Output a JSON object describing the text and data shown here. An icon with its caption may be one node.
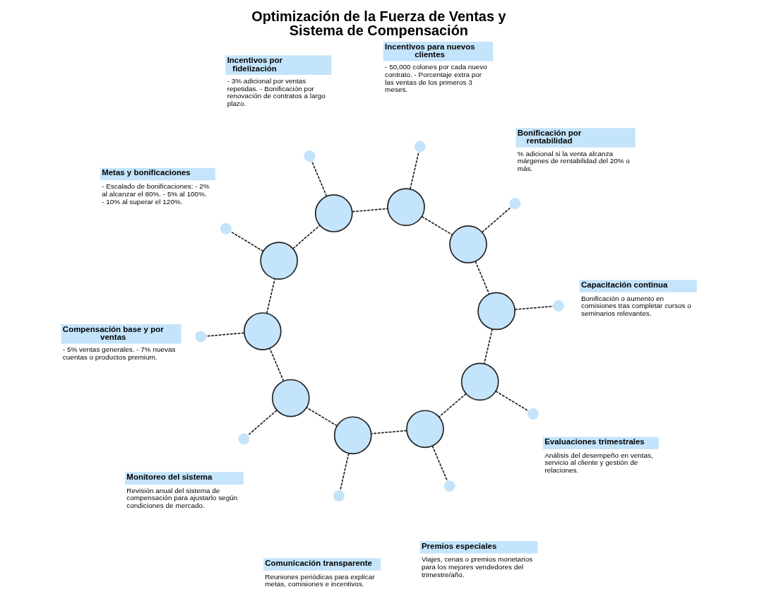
{
  "diagram": {
    "title": "Optimización de la Fuerza de Ventas y Sistema de Compensación",
    "nodes": [
      {
        "text": [],
        "shape": "circle"
      },
      {
        "text": [],
        "shape": "circle"
      },
      {
        "text": [],
        "shape": "circle"
      },
      {
        "text": [],
        "shape": "circle"
      },
      {
        "text": [],
        "shape": "circle"
      },
      {
        "text": [],
        "shape": "circle"
      },
      {
        "text": [],
        "shape": "circle"
      },
      {
        "text": [],
        "shape": "circle"
      },
      {
        "text": [],
        "shape": "circle"
      },
      {
        "text": [],
        "shape": "circle"
      },
      {
        "text": [],
        "shape": "circle"
      },
      {
        "text": [],
        "shape": "circle"
      },
      {
        "text": [],
        "shape": "circle"
      },
      {
        "text": [],
        "shape": "circle"
      },
      {
        "text": [],
        "shape": "circle"
      },
      {
        "text": [],
        "shape": "circle"
      },
      {
        "text": [],
        "shape": "circle"
      },
      {
        "text": [],
        "shape": "circle"
      },
      {
        "text": [],
        "shape": "circle"
      },
      {
        "text": [],
        "shape": "circle"
      },
      {
        "text": [
          "Compensación base y por ventas",
          "- 5% ventas generales. - 7% nuevas cuentas o productos premium."
        ]
      },
      {
        "text": [
          "Metas y bonificaciones",
          "- Escalado de bonificaciones: - 2% al alcanzar el 80%. - 5% al 100%. - 10% al superar el 120%."
        ]
      },
      {
        "text": [
          "Incentivos por fidelización",
          "- 3% adicional por ventas repetidas. - Bonificación por renovación de contratos a largo plazo."
        ]
      },
      {
        "text": [
          "Incentivos para nuevos clientes",
          "- 50,000 colones por cada nuevo contrato. - Porcentaje extra por las ventas de los primeros 3 meses."
        ]
      },
      {
        "text": [
          "Bonificación por rentabilidad",
          "% adicional si la venta alcanza márgenes de rentabilidad del 20% o más."
        ]
      },
      {
        "text": [
          "Capacitación continua",
          "Bonificación o aumento en comisiones tras completar cursos o seminarios relevantes."
        ]
      },
      {
        "text": [
          "Evaluaciones trimestrales",
          "Análisis del desempeño en ventas, servicio al cliente y gestión de relaciones."
        ]
      },
      {
        "text": [
          "Premios especiales",
          "Viajes, cenas o premios monetarios para los mejores vendedores del trimestre/año."
        ]
      },
      {
        "text": [
          "Comunicación transparente",
          "Reuniones periódicas para explicar metas, comisiones e incentivos."
        ]
      },
      {
        "text": [
          "Monitoreo del sistema",
          "Revisión anual del sistema de compensación para ajustarlo según condiciones de mercado."
        ]
      }
    ],
    "edges": [
      {
        "from": 0,
        "to": 1,
        "arrow": "none",
        "style": "dashed"
      },
      {
        "from": 1,
        "to": 2,
        "arrow": "none",
        "style": "dashed"
      },
      {
        "from": 2,
        "to": 3,
        "arrow": "none",
        "style": "dashed"
      },
      {
        "from": 3,
        "to": 4,
        "arrow": "none",
        "style": "dashed"
      },
      {
        "from": 4,
        "to": 5,
        "arrow": "none",
        "style": "dashed"
      },
      {
        "from": 5,
        "to": 6,
        "arrow": "none",
        "style": "dashed"
      },
      {
        "from": 6,
        "to": 7,
        "arrow": "none",
        "style": "dashed"
      },
      {
        "from": 7,
        "to": 8,
        "arrow": "none",
        "style": "dashed"
      },
      {
        "from": 8,
        "to": 9,
        "arrow": "none",
        "style": "dashed"
      },
      {
        "from": 9,
        "to": 0,
        "arrow": "none",
        "style": "dashed"
      },
      {
        "from": 0,
        "to": 10,
        "arrow": "none",
        "style": "dashed"
      },
      {
        "from": 1,
        "to": 11,
        "arrow": "none",
        "style": "dashed"
      },
      {
        "from": 2,
        "to": 12,
        "arrow": "none",
        "style": "dashed"
      },
      {
        "from": 3,
        "to": 13,
        "arrow": "none",
        "style": "dashed"
      },
      {
        "from": 4,
        "to": 14,
        "arrow": "none",
        "style": "dashed"
      },
      {
        "from": 5,
        "to": 15,
        "arrow": "none",
        "style": "dashed"
      },
      {
        "from": 6,
        "to": 16,
        "arrow": "none",
        "style": "dashed"
      },
      {
        "from": 7,
        "to": 17,
        "arrow": "none",
        "style": "dashed"
      },
      {
        "from": 8,
        "to": 18,
        "arrow": "none",
        "style": "dashed"
      },
      {
        "from": 9,
        "to": 19,
        "arrow": "none",
        "style": "dashed"
      }
    ]
  }
}
